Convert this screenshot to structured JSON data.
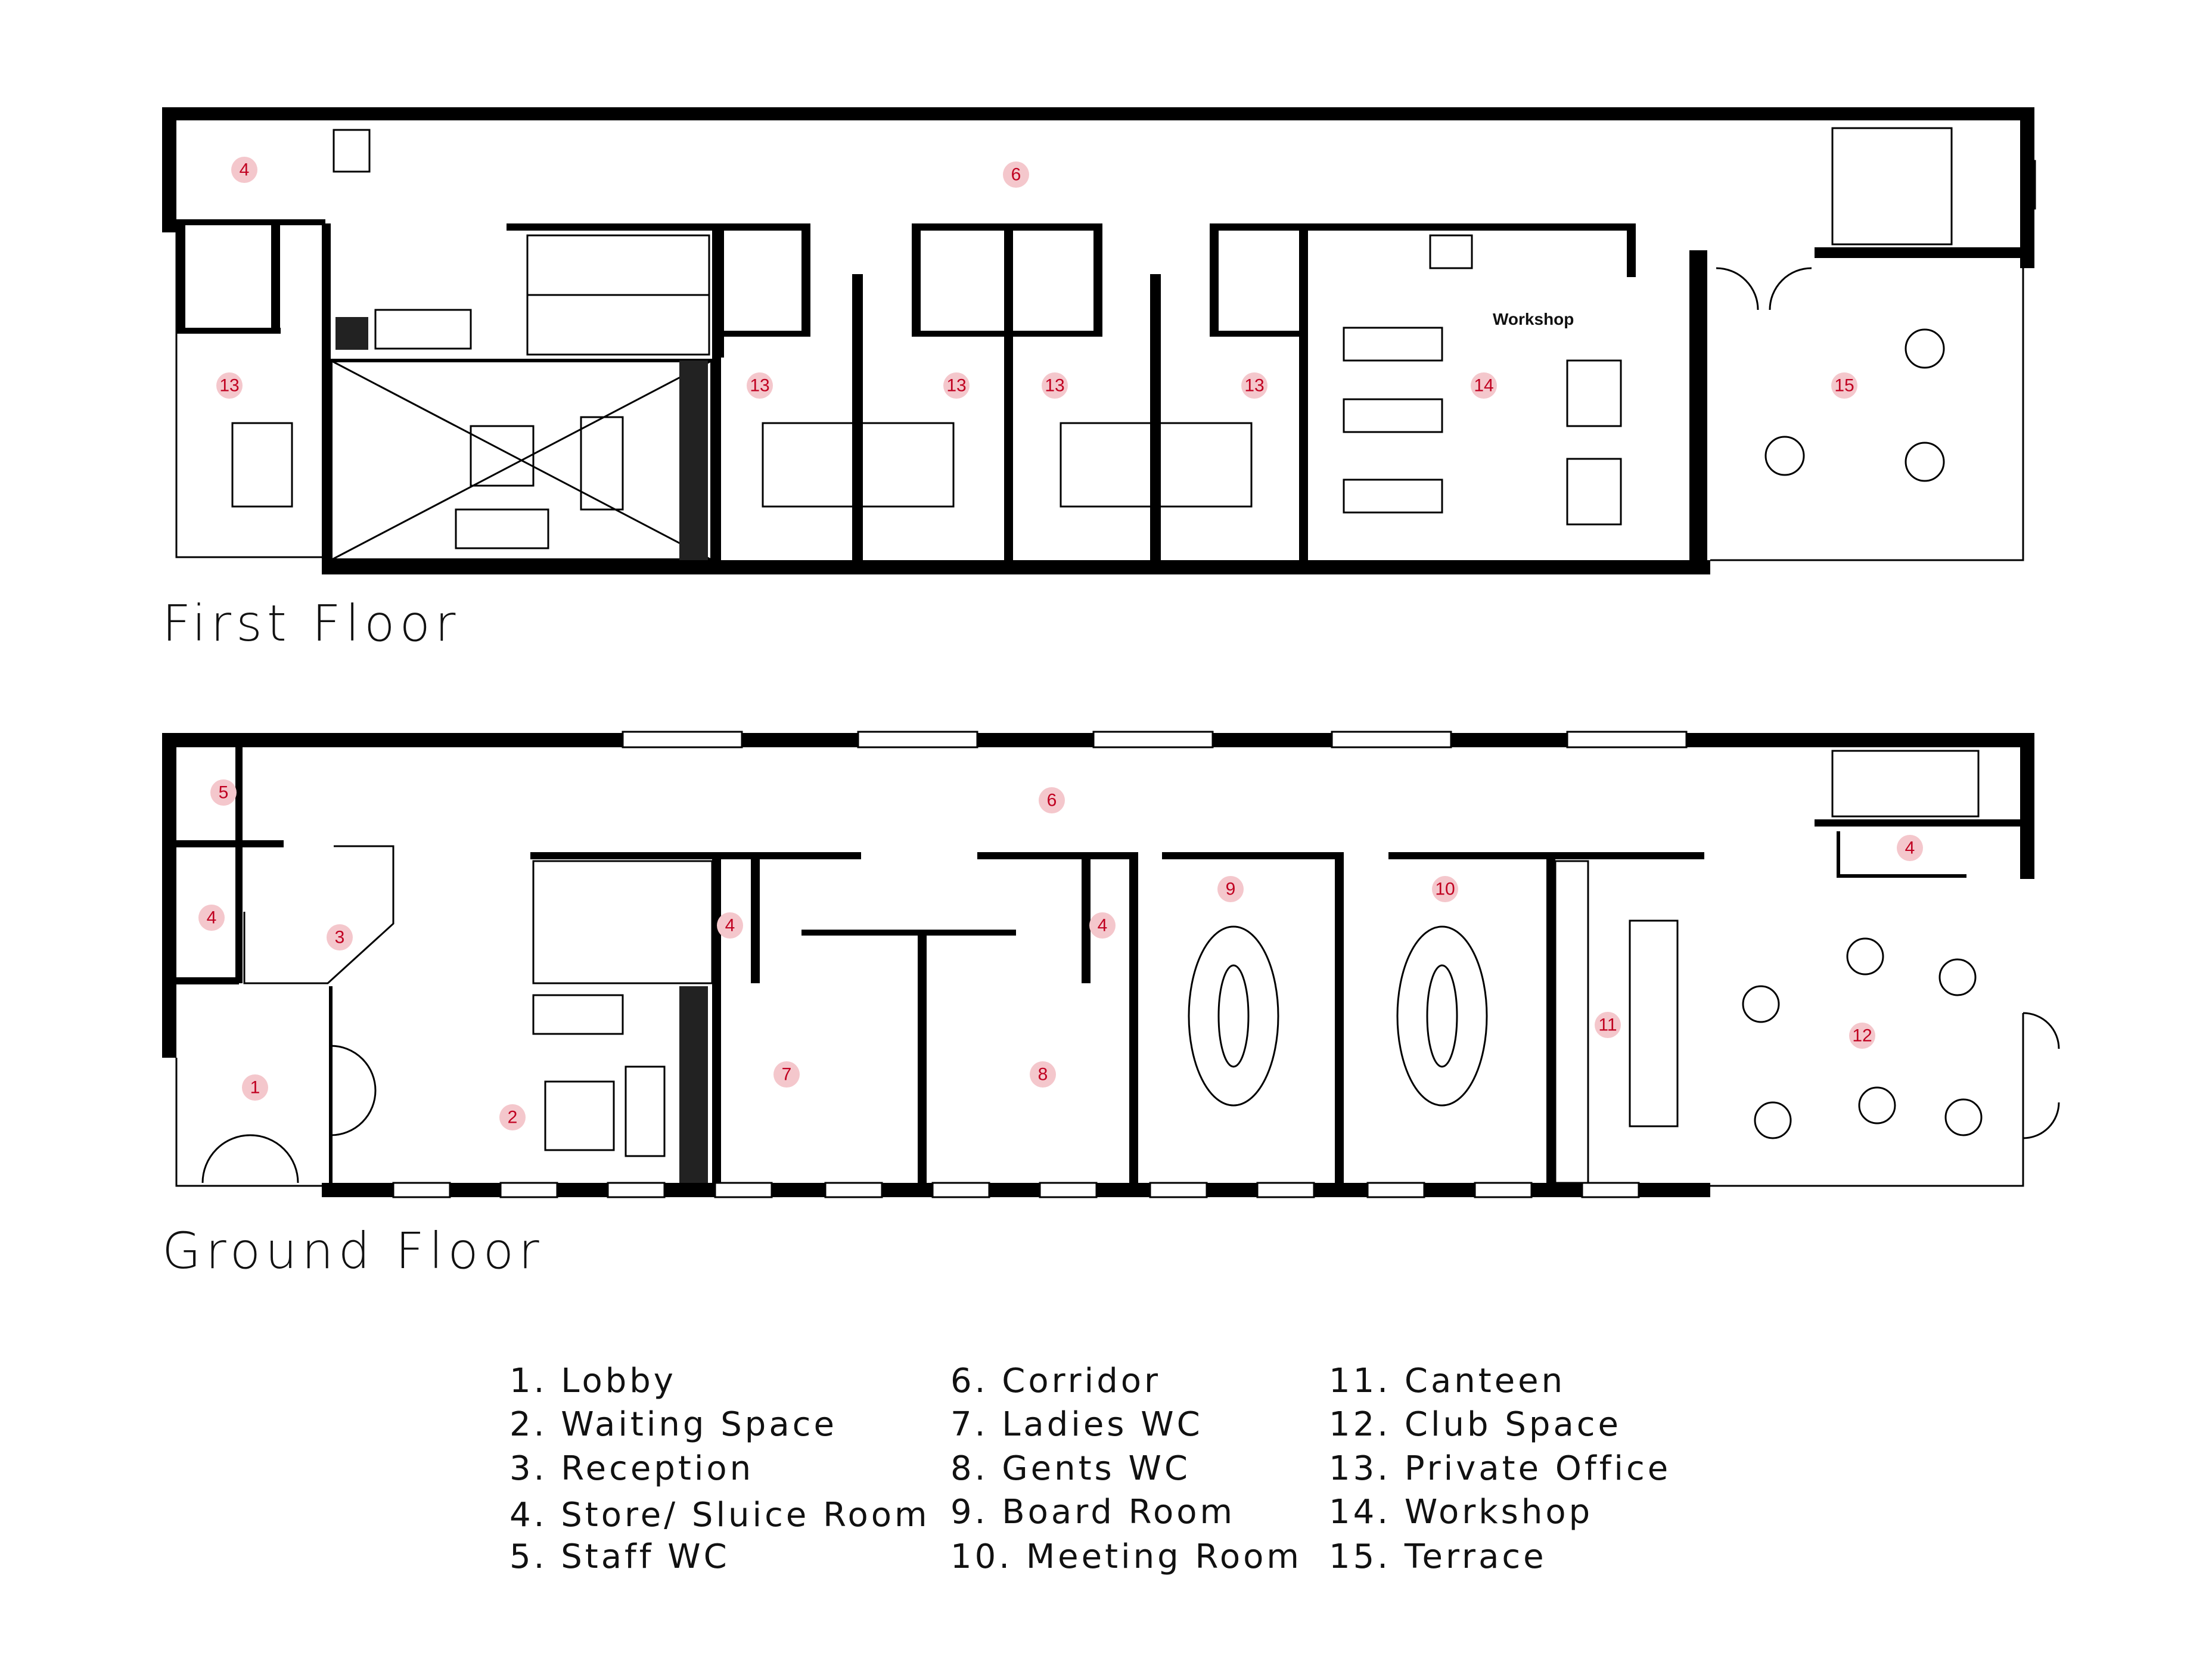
{
  "floors": {
    "first": {
      "title": "First Floor",
      "workshop_label": "Workshop"
    },
    "ground": {
      "title": "Ground Floor"
    }
  },
  "room_tags": {
    "first": [
      "4",
      "6",
      "13",
      "13",
      "13",
      "13",
      "13",
      "14",
      "15"
    ],
    "ground": [
      "5",
      "6",
      "4",
      "3",
      "4",
      "4",
      "4",
      "9",
      "10",
      "1",
      "2",
      "7",
      "8",
      "11",
      "12"
    ]
  },
  "legend": [
    [
      "1.  Lobby",
      "2.  Waiting  Space",
      "3.  Reception",
      "4.  Store/  Sluice  Room",
      "5.  Staff  WC"
    ],
    [
      "6.  Corridor",
      "7.  Ladies  WC",
      "8.  Gents  WC",
      "9.  Board  Room",
      "10.  Meeting  Room"
    ],
    [
      "11.  Canteen",
      "12.  Club  Space",
      "13.  Private  Office",
      "14.  Workshop",
      "15.  Terrace"
    ]
  ],
  "colors": {
    "tag_fill": "#f4c7cc",
    "tag_text": "#c00020",
    "wall": "#000000"
  }
}
